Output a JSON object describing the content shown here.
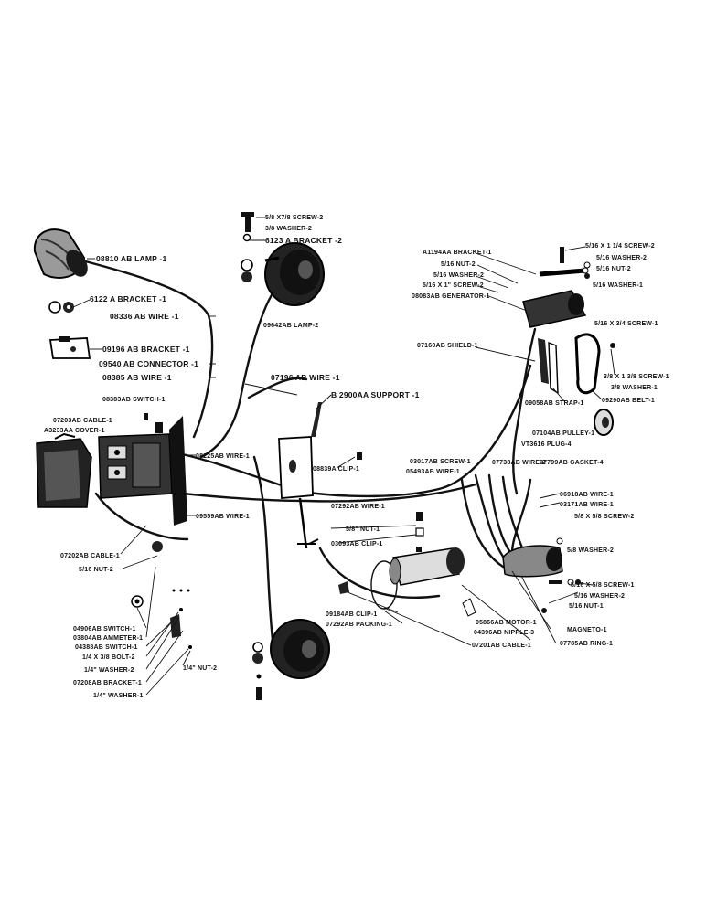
{
  "diagram": {
    "labels": {
      "lamp_head": "08810 AB LAMP -1",
      "bracket_6122": "6122 A BRACKET -1",
      "wire_08336": "08336 AB WIRE -1",
      "bracket_09196": "09196 AB BRACKET -1",
      "connector_09540": "09540 AB CONNECTOR -1",
      "wire_08385": "08385 AB WIRE -1",
      "switch_08383": "08383AB SWITCH-1",
      "cable_07203": "07203AB CABLE-1",
      "cover_a3233": "A3233AA COVER-1",
      "screw_top": "5/8 X7/8 SCREW-2",
      "washer_top": "3/8 WASHER-2",
      "bracket_6123": "6123 A BRACKET -2",
      "lamp_09642": "09642AB LAMP-2",
      "wire_07196": "07196 AB WIRE -1",
      "support_b2900": "B 2900AA SUPPORT -1",
      "wire_08225": "08225AB WIRE-1",
      "wire_09559": "09559AB WIRE-1",
      "clip_08839": "08839A CLIP-1",
      "wire_07292": "07292AB WIRE-1",
      "nut_mid": "5/8\" NUT-1",
      "clip_03093": "03093AB CLIP-1",
      "cable_07202": "07202AB CABLE-1",
      "nut_left": "5/16 NUT-2",
      "switch_04906": "04906AB SWITCH-1",
      "ammeter": "03804AB AMMETER-1",
      "switch_04388": "04388AB SWITCH-1",
      "bolt_left": "1/4 X 3/8 BOLT-2",
      "washer_left": "1/4\" WASHER-2",
      "bracket_07208": "07208AB BRACKET-1",
      "nut_bl": "1/4\" NUT-2",
      "washer_bl": "1/4\" WASHER-1",
      "screw_03017": "03017AB SCREW-1",
      "wire_05493": "05493AB WIRE-1",
      "wire_07738": "07738AB WIRE-2",
      "gasket": "07799AB GASKET-4",
      "bracket_a1194": "A1194AA BRACKET-1",
      "nut_gen": "5/16 NUT-2",
      "washer_gen": "5/16 WASHER-2",
      "screw_gen": "5/16 X 1\" SCREW-2",
      "generator": "08083AB GENERATOR-1",
      "screw_tr": "5/16 X 1 1/4 SCREW-2",
      "washer_tr": "5/16 WASHER-2",
      "nut_tr": "5/16 NUT-2",
      "washer_tr2": "5/16 WASHER-1",
      "screw_tr2": "5/16 X 3/4 SCREW-1",
      "shield": "07160AB SHIELD-1",
      "screw_rt": "3/8 X 1 3/8 SCREW-1",
      "washer_rt": "3/8 WASHER-1",
      "strap": "09058AB STRAP-1",
      "belt": "09290AB BELT-1",
      "pulley": "07104AB PULLEY-1",
      "plug": "VT3616 PLUG-4",
      "wire_06918": "06918AB WIRE-1",
      "wire_03171": "03171AB WIRE-1",
      "screw_r3": "5/8 X 5/8 SCREW-2",
      "washer_r3": "5/8 WASHER-2",
      "screw_r4": "5/16 X 5/8 SCREW-1",
      "washer_r4": "5/16 WASHER-2",
      "nut_r4": "5/16 NUT-1",
      "clip_09184": "09184AB CLIP-1",
      "packing": "07292AB PACKING-1",
      "motor": "05866AB MOTOR-1",
      "nipple": "04396AB NIPPLE-3",
      "cable_07201": "07201AB CABLE-1",
      "magneto": "MAGNETO-1",
      "ring": "07785AB RING-1"
    }
  }
}
